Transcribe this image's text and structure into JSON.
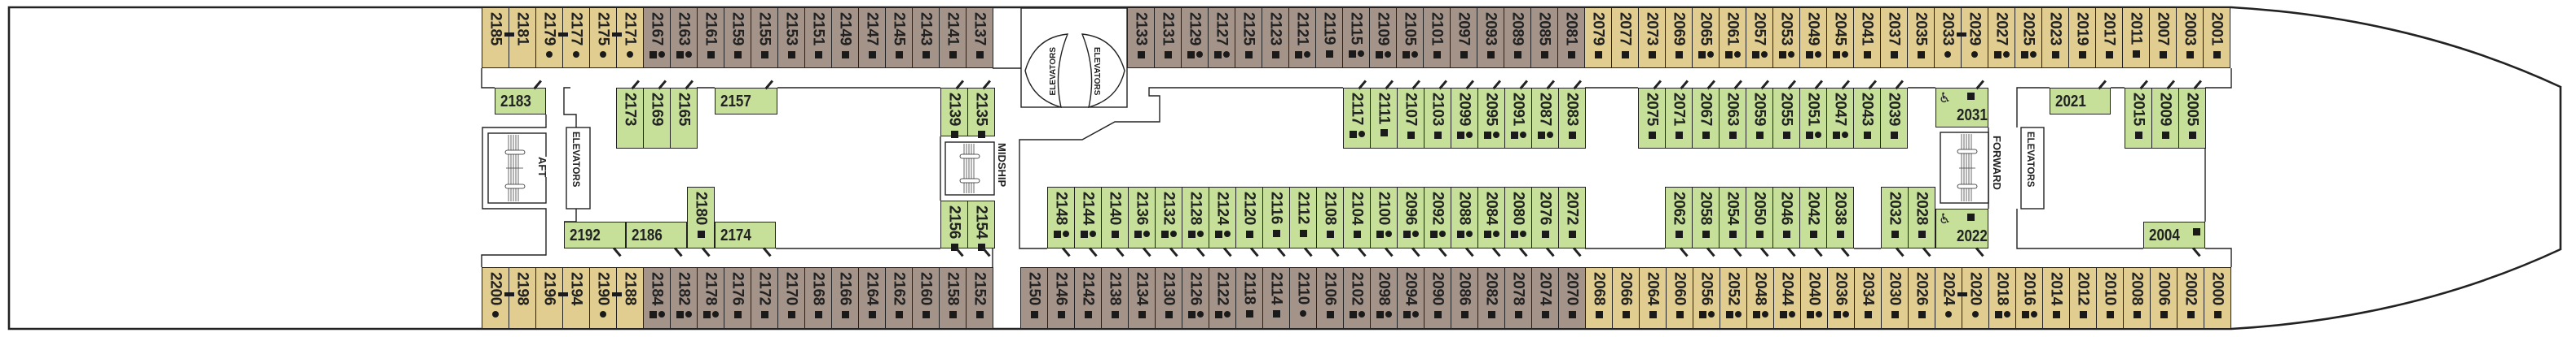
{
  "colors": {
    "tan": "#e1cd8f",
    "taupe": "#a39389",
    "green": "#c6e09a"
  },
  "labels": {
    "aft": "AFT",
    "midship": "MIDSHIP",
    "forward": "FORWARD",
    "elevators": "ELEVATORS"
  },
  "rows": {
    "top_aft": [
      {
        "n": "2185",
        "m": "",
        "c": "tan",
        "link": true
      },
      {
        "n": "2181",
        "m": "",
        "c": "tan"
      },
      {
        "n": "2179",
        "m": "d",
        "c": "tan",
        "link": true
      },
      {
        "n": "2177",
        "m": "d",
        "c": "tan"
      },
      {
        "n": "2175",
        "m": "d",
        "c": "tan",
        "link": true
      },
      {
        "n": "2171",
        "m": "d",
        "c": "tan"
      },
      {
        "n": "2167",
        "m": "sd",
        "c": "taupe"
      },
      {
        "n": "2163",
        "m": "sd",
        "c": "taupe"
      },
      {
        "n": "2161",
        "m": "s",
        "c": "taupe"
      },
      {
        "n": "2159",
        "m": "s",
        "c": "taupe"
      },
      {
        "n": "2155",
        "m": "s",
        "c": "taupe"
      },
      {
        "n": "2153",
        "m": "s",
        "c": "taupe"
      },
      {
        "n": "2151",
        "m": "s",
        "c": "taupe"
      },
      {
        "n": "2149",
        "m": "s",
        "c": "taupe"
      },
      {
        "n": "2147",
        "m": "s",
        "c": "taupe"
      },
      {
        "n": "2145",
        "m": "s",
        "c": "taupe"
      },
      {
        "n": "2143",
        "m": "s",
        "c": "taupe"
      },
      {
        "n": "2141",
        "m": "s",
        "c": "taupe"
      },
      {
        "n": "2137",
        "m": "s",
        "c": "taupe"
      }
    ],
    "top_fwd": [
      {
        "n": "2133",
        "m": "s",
        "c": "taupe"
      },
      {
        "n": "2131",
        "m": "s",
        "c": "taupe"
      },
      {
        "n": "2129",
        "m": "sd",
        "c": "taupe"
      },
      {
        "n": "2127",
        "m": "sd",
        "c": "taupe"
      },
      {
        "n": "2125",
        "m": "s",
        "c": "taupe"
      },
      {
        "n": "2123",
        "m": "s",
        "c": "taupe"
      },
      {
        "n": "2121",
        "m": "sd",
        "c": "taupe"
      },
      {
        "n": "2119",
        "m": "s",
        "c": "taupe"
      },
      {
        "n": "2115",
        "m": "sd",
        "c": "taupe"
      },
      {
        "n": "2109",
        "m": "sd",
        "c": "taupe"
      },
      {
        "n": "2105",
        "m": "sd",
        "c": "taupe"
      },
      {
        "n": "2101",
        "m": "s",
        "c": "taupe"
      },
      {
        "n": "2097",
        "m": "s",
        "c": "taupe"
      },
      {
        "n": "2093",
        "m": "s",
        "c": "taupe"
      },
      {
        "n": "2089",
        "m": "s",
        "c": "taupe"
      },
      {
        "n": "2085",
        "m": "s",
        "c": "taupe"
      },
      {
        "n": "2081",
        "m": "s",
        "c": "taupe"
      },
      {
        "n": "2079",
        "m": "s",
        "c": "tan"
      },
      {
        "n": "2077",
        "m": "s",
        "c": "tan"
      },
      {
        "n": "2073",
        "m": "s",
        "c": "tan"
      },
      {
        "n": "2069",
        "m": "s",
        "c": "tan"
      },
      {
        "n": "2065",
        "m": "sd",
        "c": "tan"
      },
      {
        "n": "2061",
        "m": "sd",
        "c": "tan"
      },
      {
        "n": "2057",
        "m": "sd",
        "c": "tan"
      },
      {
        "n": "2053",
        "m": "sd",
        "c": "tan"
      },
      {
        "n": "2049",
        "m": "sd",
        "c": "tan"
      },
      {
        "n": "2045",
        "m": "sd",
        "c": "tan"
      },
      {
        "n": "2041",
        "m": "s",
        "c": "tan"
      },
      {
        "n": "2037",
        "m": "s",
        "c": "tan"
      },
      {
        "n": "2035",
        "m": "s",
        "c": "tan"
      },
      {
        "n": "2033",
        "m": "d",
        "c": "tan",
        "link": true
      },
      {
        "n": "2029",
        "m": "d",
        "c": "tan"
      },
      {
        "n": "2027",
        "m": "sd",
        "c": "tan"
      },
      {
        "n": "2025",
        "m": "sd",
        "c": "tan"
      },
      {
        "n": "2023",
        "m": "s",
        "c": "tan"
      },
      {
        "n": "2019",
        "m": "s",
        "c": "tan"
      },
      {
        "n": "2017",
        "m": "s",
        "c": "tan"
      },
      {
        "n": "2011",
        "m": "s",
        "c": "tan"
      },
      {
        "n": "2007",
        "m": "s",
        "c": "tan"
      },
      {
        "n": "2003",
        "m": "s",
        "c": "tan"
      },
      {
        "n": "2001",
        "m": "s",
        "c": "tan"
      }
    ],
    "bot_aft": [
      {
        "n": "2200",
        "m": "d",
        "c": "tan",
        "link": true
      },
      {
        "n": "2198",
        "m": "",
        "c": "tan"
      },
      {
        "n": "2196",
        "m": "",
        "c": "tan",
        "link": true
      },
      {
        "n": "2194",
        "m": "",
        "c": "tan"
      },
      {
        "n": "2190",
        "m": "d",
        "c": "tan",
        "link": true
      },
      {
        "n": "2188",
        "m": "",
        "c": "tan"
      },
      {
        "n": "2184",
        "m": "sd",
        "c": "taupe"
      },
      {
        "n": "2182",
        "m": "sd",
        "c": "taupe"
      },
      {
        "n": "2178",
        "m": "sd",
        "c": "taupe"
      },
      {
        "n": "2176",
        "m": "s",
        "c": "taupe"
      },
      {
        "n": "2172",
        "m": "s",
        "c": "taupe"
      },
      {
        "n": "2170",
        "m": "s",
        "c": "taupe"
      },
      {
        "n": "2168",
        "m": "s",
        "c": "taupe"
      },
      {
        "n": "2166",
        "m": "s",
        "c": "taupe"
      },
      {
        "n": "2164",
        "m": "s",
        "c": "taupe"
      },
      {
        "n": "2162",
        "m": "s",
        "c": "taupe"
      },
      {
        "n": "2160",
        "m": "s",
        "c": "taupe"
      },
      {
        "n": "2158",
        "m": "s",
        "c": "taupe"
      },
      {
        "n": "2152",
        "m": "s",
        "c": "taupe"
      }
    ],
    "bot_fwd": [
      {
        "n": "2150",
        "m": "s",
        "c": "taupe"
      },
      {
        "n": "2146",
        "m": "s",
        "c": "taupe"
      },
      {
        "n": "2142",
        "m": "s",
        "c": "taupe"
      },
      {
        "n": "2138",
        "m": "s",
        "c": "taupe"
      },
      {
        "n": "2134",
        "m": "s",
        "c": "taupe"
      },
      {
        "n": "2130",
        "m": "s",
        "c": "taupe"
      },
      {
        "n": "2126",
        "m": "sd",
        "c": "taupe"
      },
      {
        "n": "2122",
        "m": "sd",
        "c": "taupe"
      },
      {
        "n": "2118",
        "m": "s",
        "c": "taupe"
      },
      {
        "n": "2114",
        "m": "s",
        "c": "taupe"
      },
      {
        "n": "2110",
        "m": "d",
        "c": "taupe"
      },
      {
        "n": "2106",
        "m": "s",
        "c": "taupe"
      },
      {
        "n": "2102",
        "m": "sd",
        "c": "taupe"
      },
      {
        "n": "2098",
        "m": "sd",
        "c": "taupe"
      },
      {
        "n": "2094",
        "m": "sd",
        "c": "taupe"
      },
      {
        "n": "2090",
        "m": "s",
        "c": "taupe"
      },
      {
        "n": "2086",
        "m": "s",
        "c": "taupe"
      },
      {
        "n": "2082",
        "m": "s",
        "c": "taupe"
      },
      {
        "n": "2078",
        "m": "s",
        "c": "taupe"
      },
      {
        "n": "2074",
        "m": "s",
        "c": "taupe"
      },
      {
        "n": "2070",
        "m": "s",
        "c": "taupe"
      },
      {
        "n": "2068",
        "m": "s",
        "c": "tan"
      },
      {
        "n": "2066",
        "m": "s",
        "c": "tan"
      },
      {
        "n": "2064",
        "m": "s",
        "c": "tan"
      },
      {
        "n": "2060",
        "m": "s",
        "c": "tan"
      },
      {
        "n": "2056",
        "m": "sd",
        "c": "tan"
      },
      {
        "n": "2052",
        "m": "sd",
        "c": "tan"
      },
      {
        "n": "2048",
        "m": "sd",
        "c": "tan"
      },
      {
        "n": "2044",
        "m": "sd",
        "c": "tan"
      },
      {
        "n": "2040",
        "m": "sd",
        "c": "tan"
      },
      {
        "n": "2036",
        "m": "sd",
        "c": "tan"
      },
      {
        "n": "2034",
        "m": "s",
        "c": "tan"
      },
      {
        "n": "2030",
        "m": "s",
        "c": "tan"
      },
      {
        "n": "2026",
        "m": "s",
        "c": "tan"
      },
      {
        "n": "2024",
        "m": "d",
        "c": "tan",
        "link": true
      },
      {
        "n": "2020",
        "m": "d",
        "c": "tan"
      },
      {
        "n": "2018",
        "m": "sd",
        "c": "tan"
      },
      {
        "n": "2016",
        "m": "sd",
        "c": "tan"
      },
      {
        "n": "2014",
        "m": "s",
        "c": "tan"
      },
      {
        "n": "2012",
        "m": "s",
        "c": "tan"
      },
      {
        "n": "2010",
        "m": "s",
        "c": "tan"
      },
      {
        "n": "2008",
        "m": "s",
        "c": "tan"
      },
      {
        "n": "2006",
        "m": "s",
        "c": "tan"
      },
      {
        "n": "2002",
        "m": "s",
        "c": "tan"
      },
      {
        "n": "2000",
        "m": "s",
        "c": "tan"
      }
    ],
    "int_top_aft": [
      {
        "n": "2173",
        "m": "",
        "c": "green"
      },
      {
        "n": "2169",
        "m": "",
        "c": "green"
      },
      {
        "n": "2165",
        "m": "",
        "c": "green"
      }
    ],
    "int_top_midship": [
      {
        "n": "2139",
        "m": "s",
        "c": "green"
      },
      {
        "n": "2135",
        "m": "s",
        "c": "green"
      }
    ],
    "int_bot_midship": [
      {
        "n": "2156",
        "m": "s",
        "c": "green"
      },
      {
        "n": "2154",
        "m": "s",
        "c": "green"
      }
    ],
    "int_bot_aft": [
      {
        "n": "2180",
        "m": "s",
        "c": "green"
      }
    ],
    "int_top_mid": [
      {
        "n": "2117",
        "m": "sd",
        "c": "green"
      },
      {
        "n": "2111",
        "m": "s",
        "c": "green"
      },
      {
        "n": "2107",
        "m": "s",
        "c": "green"
      },
      {
        "n": "2103",
        "m": "s",
        "c": "green"
      },
      {
        "n": "2099",
        "m": "sd",
        "c": "green"
      },
      {
        "n": "2095",
        "m": "sd",
        "c": "green"
      },
      {
        "n": "2091",
        "m": "sd",
        "c": "green"
      },
      {
        "n": "2087",
        "m": "sd",
        "c": "green"
      },
      {
        "n": "2083",
        "m": "s",
        "c": "green"
      }
    ],
    "int_top_fwd": [
      {
        "n": "2075",
        "m": "s",
        "c": "green"
      },
      {
        "n": "2071",
        "m": "s",
        "c": "green"
      },
      {
        "n": "2067",
        "m": "s",
        "c": "green"
      },
      {
        "n": "2063",
        "m": "s",
        "c": "green"
      },
      {
        "n": "2059",
        "m": "s",
        "c": "green"
      },
      {
        "n": "2055",
        "m": "s",
        "c": "green"
      },
      {
        "n": "2051",
        "m": "sd",
        "c": "green"
      },
      {
        "n": "2047",
        "m": "sd",
        "c": "green"
      },
      {
        "n": "2043",
        "m": "s",
        "c": "green"
      },
      {
        "n": "2039",
        "m": "s",
        "c": "green"
      }
    ],
    "int_bot_mid": [
      {
        "n": "2148",
        "m": "sd",
        "c": "green"
      },
      {
        "n": "2144",
        "m": "sd",
        "c": "green"
      },
      {
        "n": "2140",
        "m": "s",
        "c": "green"
      },
      {
        "n": "2136",
        "m": "sd",
        "c": "green"
      },
      {
        "n": "2132",
        "m": "sd",
        "c": "green"
      },
      {
        "n": "2128",
        "m": "sd",
        "c": "green"
      },
      {
        "n": "2124",
        "m": "sd",
        "c": "green"
      },
      {
        "n": "2120",
        "m": "s",
        "c": "green"
      },
      {
        "n": "2116",
        "m": "s",
        "c": "green"
      },
      {
        "n": "2112",
        "m": "s",
        "c": "green"
      },
      {
        "n": "2108",
        "m": "s",
        "c": "green"
      },
      {
        "n": "2104",
        "m": "s",
        "c": "green"
      },
      {
        "n": "2100",
        "m": "sd",
        "c": "green"
      },
      {
        "n": "2096",
        "m": "sd",
        "c": "green"
      },
      {
        "n": "2092",
        "m": "sd",
        "c": "green"
      },
      {
        "n": "2088",
        "m": "sd",
        "c": "green"
      },
      {
        "n": "2084",
        "m": "sd",
        "c": "green"
      },
      {
        "n": "2080",
        "m": "sd",
        "c": "green"
      },
      {
        "n": "2076",
        "m": "s",
        "c": "green"
      },
      {
        "n": "2072",
        "m": "s",
        "c": "green"
      }
    ],
    "int_bot_fwd": [
      {
        "n": "2062",
        "m": "s",
        "c": "green"
      },
      {
        "n": "2058",
        "m": "s",
        "c": "green"
      },
      {
        "n": "2054",
        "m": "s",
        "c": "green"
      },
      {
        "n": "2050",
        "m": "s",
        "c": "green"
      },
      {
        "n": "2046",
        "m": "s",
        "c": "green"
      },
      {
        "n": "2042",
        "m": "s",
        "c": "green"
      },
      {
        "n": "2038",
        "m": "s",
        "c": "green"
      }
    ],
    "int_bot_fwd2": [
      {
        "n": "2032",
        "m": "s",
        "c": "green"
      },
      {
        "n": "2028",
        "m": "s",
        "c": "green"
      }
    ],
    "int_top_bow": [
      {
        "n": "2015",
        "m": "s",
        "c": "green"
      },
      {
        "n": "2009",
        "m": "s",
        "c": "green"
      },
      {
        "n": "2005",
        "m": "s",
        "c": "green"
      }
    ]
  },
  "horizontal_cabins": [
    {
      "n": "2183",
      "m": ""
    },
    {
      "n": "2157",
      "m": ""
    },
    {
      "n": "2192",
      "m": ""
    },
    {
      "n": "2186",
      "m": ""
    },
    {
      "n": "2174",
      "m": ""
    },
    {
      "n": "2021",
      "m": ""
    },
    {
      "n": "2004",
      "m": "s"
    },
    {
      "n": "2031",
      "m": "s",
      "accessible": true
    },
    {
      "n": "2022",
      "m": "s",
      "accessible": true
    }
  ],
  "icons": {
    "accessible": "wheelchair-icon",
    "square": "square-icon",
    "dot": "dot-icon"
  }
}
